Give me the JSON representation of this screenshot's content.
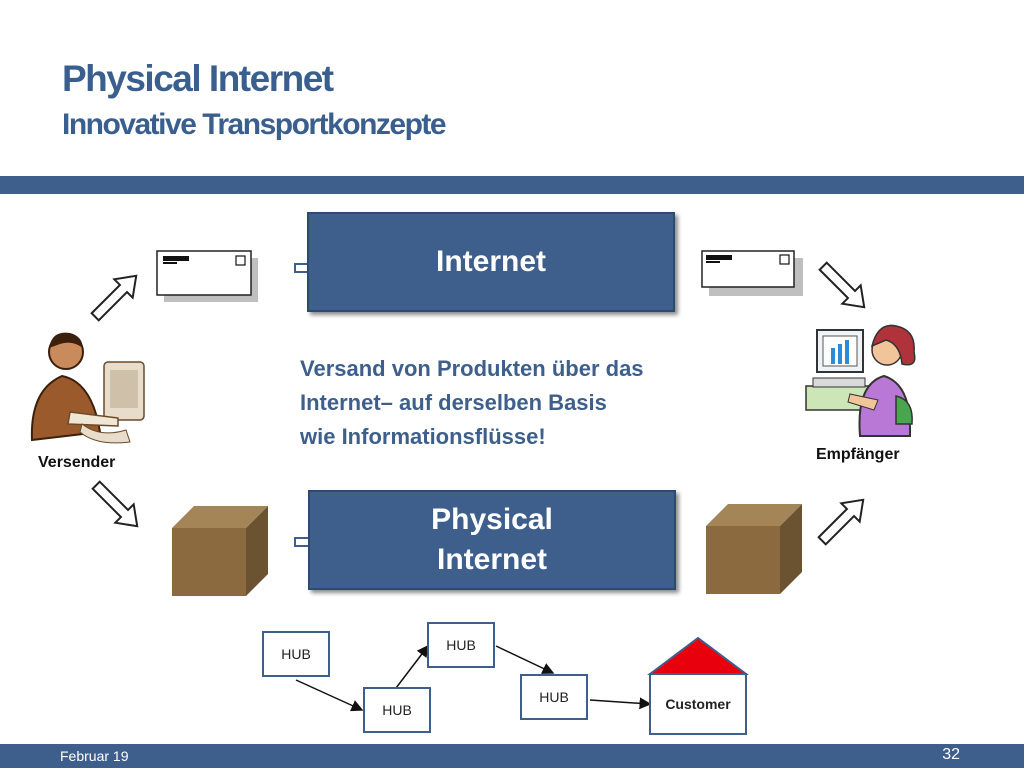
{
  "slide": {
    "title": "Physical Internet",
    "subtitle": "Innovative Transportkonzepte",
    "footer_date": "Februar 19",
    "page_number": "32"
  },
  "diagram": {
    "top_box_label": "Internet",
    "bottom_box_label_line1": "Physical",
    "bottom_box_label_line2": "Internet",
    "description_line1": "Versand von Produkten über das",
    "description_line2": "Internet– auf derselben Basis",
    "description_line3": "wie Informationsflüsse!",
    "sender_label": "Versender",
    "receiver_label": "Empfänger",
    "hubs": [
      "HUB",
      "HUB",
      "HUB",
      "HUB"
    ],
    "customer_label": "Customer"
  },
  "colors": {
    "primary_blue": "#3e5f8c",
    "box_brown": "#8b6a3f",
    "roof_red": "#e8000d"
  }
}
